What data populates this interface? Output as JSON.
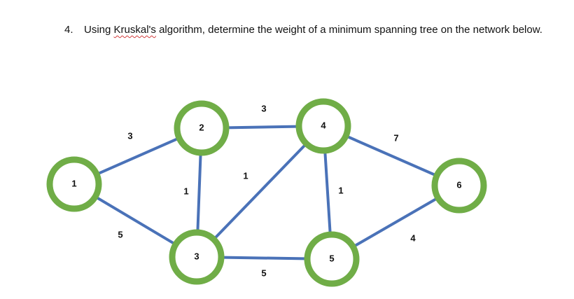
{
  "question": {
    "number": "4.",
    "text_before": "Using ",
    "flagged_word": "Kruskal's",
    "text_after": " algorithm, determine the weight of a minimum spanning tree on the network below."
  },
  "network": {
    "colors": {
      "edge": "#4a72b8",
      "node_ring": "#70ad47",
      "node_fill": "#ffffff"
    },
    "nodes": [
      {
        "id": "1",
        "label": "1"
      },
      {
        "id": "2",
        "label": "2"
      },
      {
        "id": "3",
        "label": "3"
      },
      {
        "id": "4",
        "label": "4"
      },
      {
        "id": "5",
        "label": "5"
      },
      {
        "id": "6",
        "label": "6"
      }
    ],
    "edges": [
      {
        "from": "1",
        "to": "2",
        "weight": "3"
      },
      {
        "from": "1",
        "to": "3",
        "weight": "5"
      },
      {
        "from": "2",
        "to": "4",
        "weight": "3"
      },
      {
        "from": "2",
        "to": "3",
        "weight": "1"
      },
      {
        "from": "3",
        "to": "4",
        "weight": "1"
      },
      {
        "from": "4",
        "to": "5",
        "weight": "1"
      },
      {
        "from": "4",
        "to": "6",
        "weight": "7"
      },
      {
        "from": "3",
        "to": "5",
        "weight": "5"
      },
      {
        "from": "5",
        "to": "6",
        "weight": "4"
      }
    ]
  }
}
